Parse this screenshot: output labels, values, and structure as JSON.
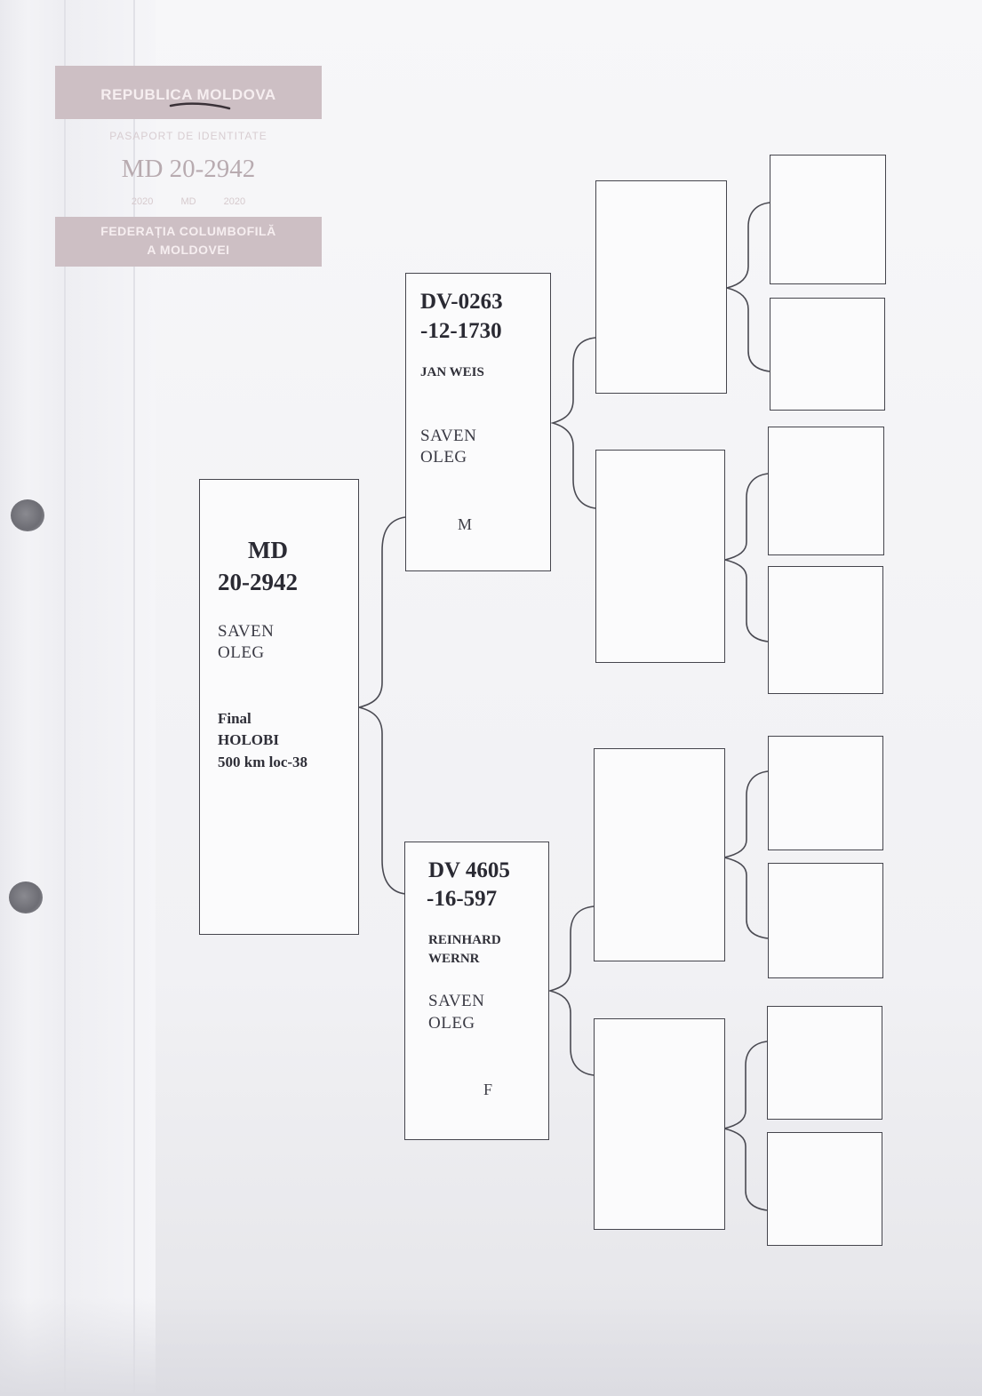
{
  "stamp": {
    "country": "REPUBLICA MOLDOVA",
    "document_type": "PASAPORT DE IDENTITATE",
    "code": "MD 20-2942",
    "year_left": "2020",
    "country_code": "MD",
    "year_right": "2020",
    "federation_line1": "FEDERAȚIA COLUMBOFILĂ",
    "federation_line2": "A MOLDOVEI"
  },
  "subject": {
    "ring_line1": "MD",
    "ring_line2": "20-2942",
    "owner_line1": "SAVEN",
    "owner_line2": "OLEG",
    "result_line1": "Final",
    "result_line2": "HOLOBI",
    "result_line3": "500 km loc-38"
  },
  "sire": {
    "ring_line1": "DV-0263",
    "ring_line2": "-12-1730",
    "breeder": "JAN WEIS",
    "owner_line1": "SAVEN",
    "owner_line2": "OLEG",
    "sex": "M"
  },
  "dam": {
    "ring_line1": "DV 4605",
    "ring_line2": "-16-597",
    "breeder_line1": "REINHARD",
    "breeder_line2": "WERNR",
    "owner_line1": "SAVEN",
    "owner_line2": "OLEG",
    "sex": "F"
  }
}
